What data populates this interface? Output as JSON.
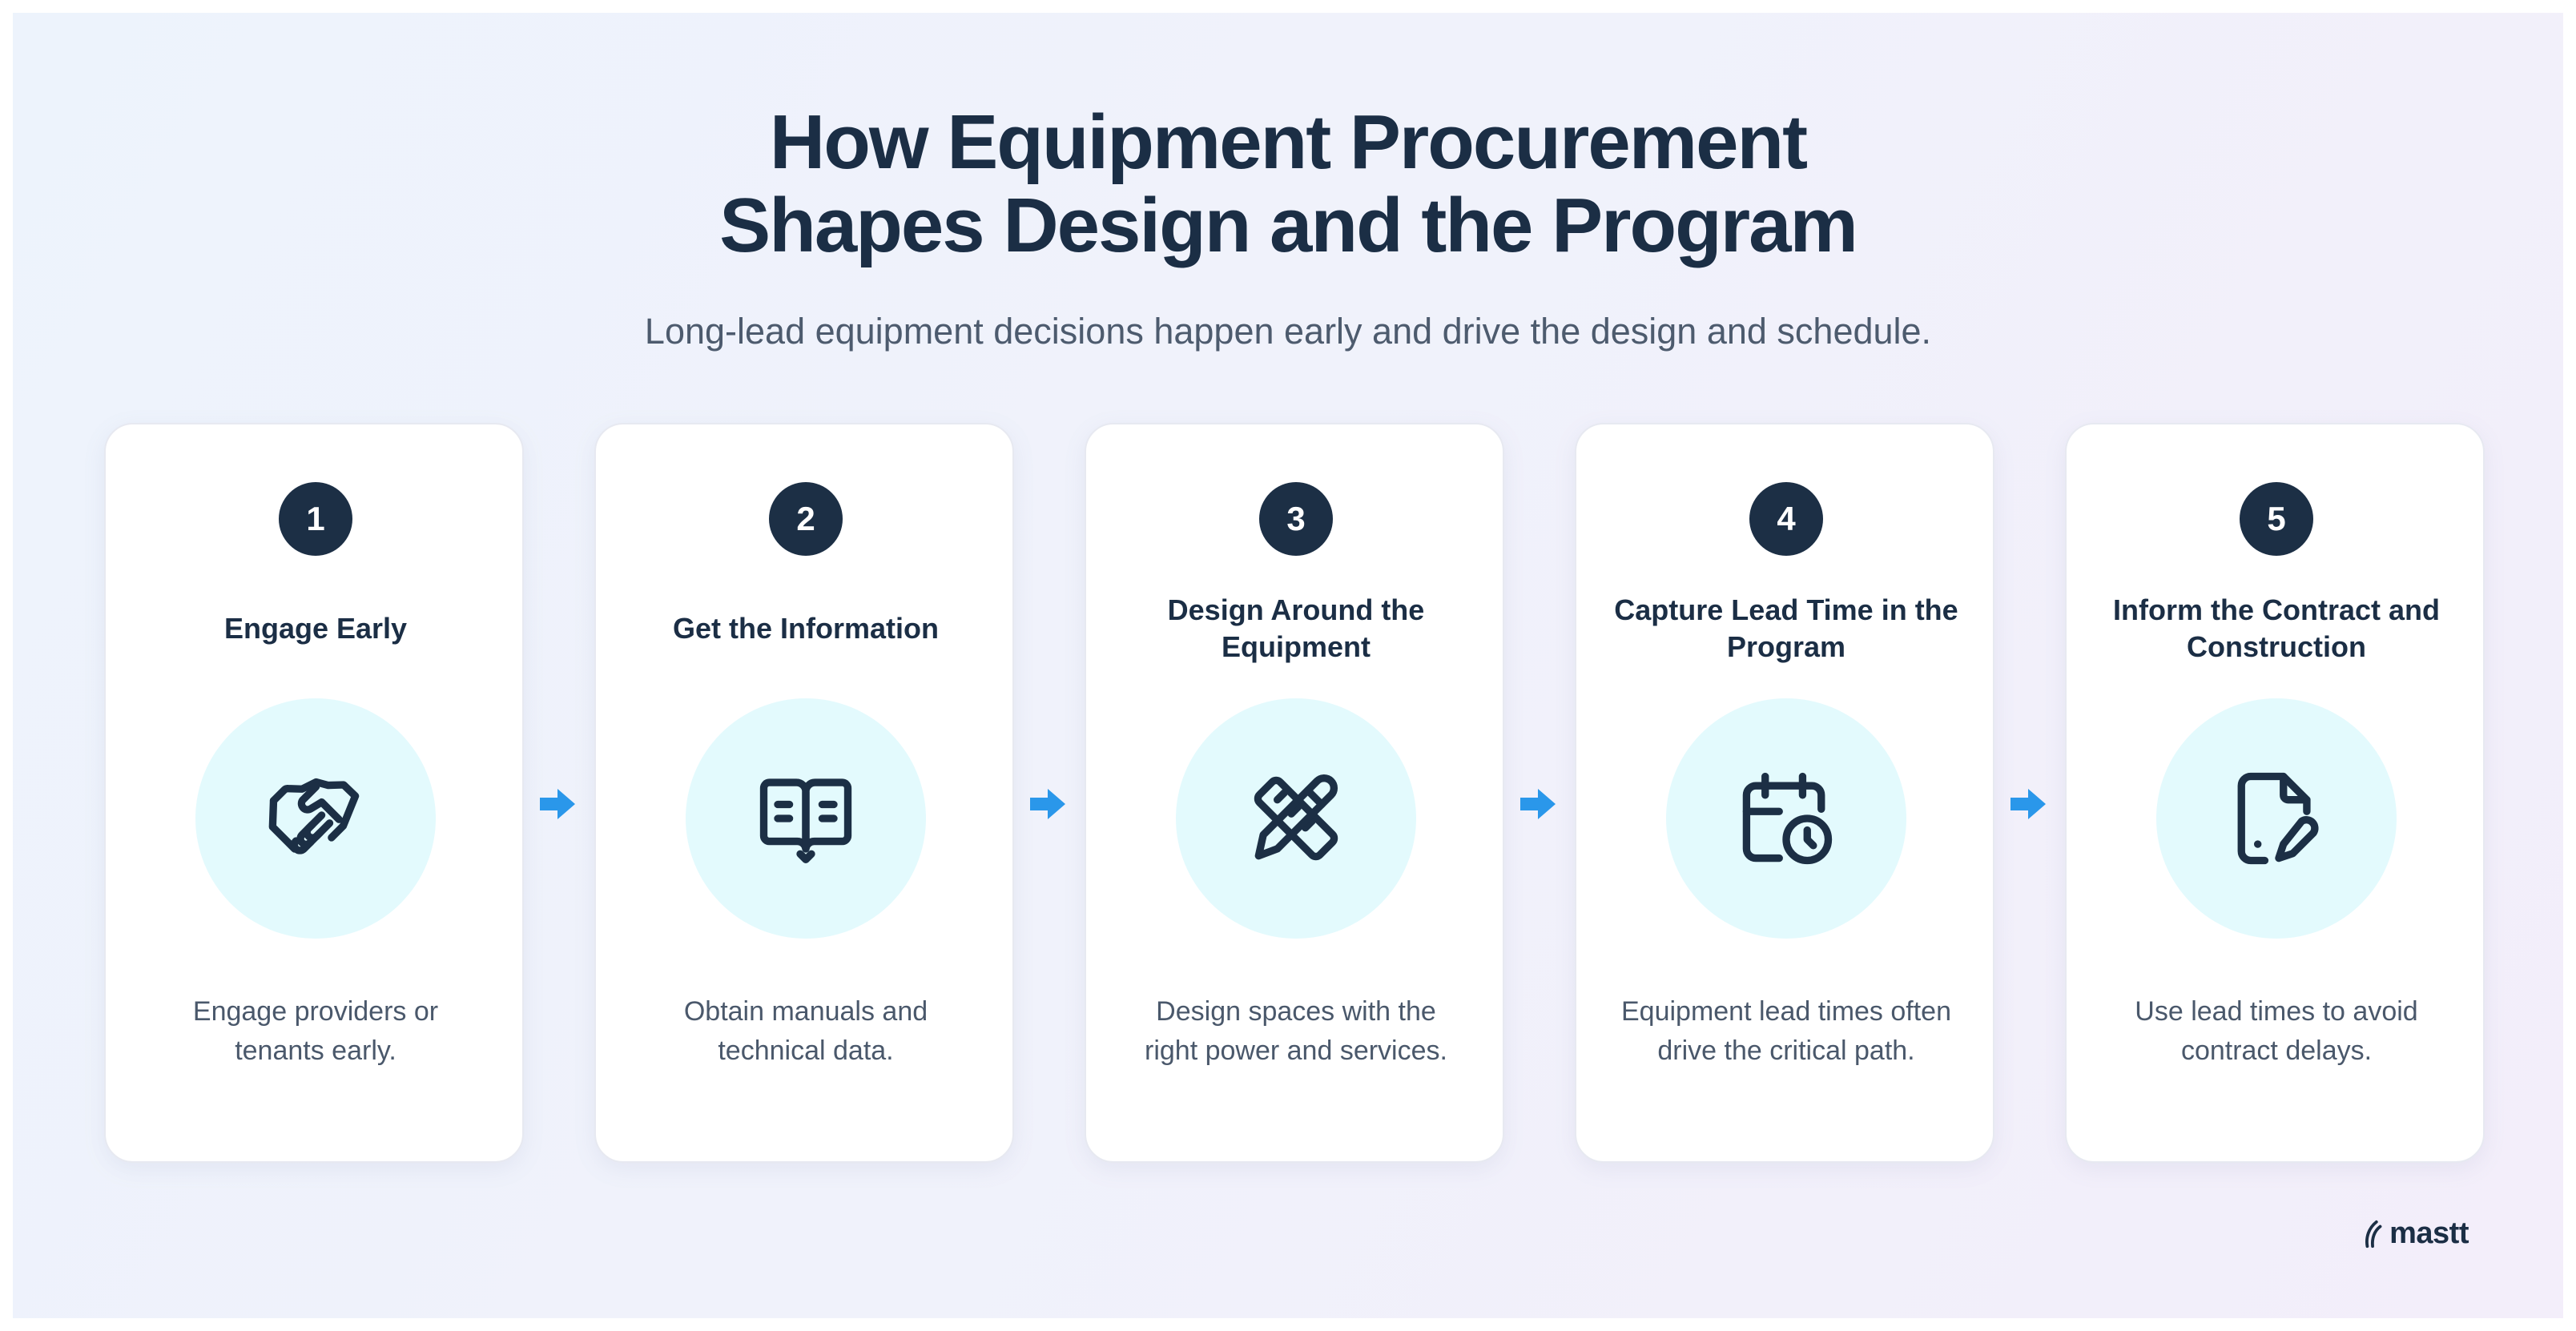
{
  "title_line1": "How Equipment Procurement",
  "title_line2": "Shapes Design and the Program",
  "subtitle": "Long-lead equipment decisions happen early and drive the design and schedule.",
  "colors": {
    "navy": "#1c2f45",
    "icon_circle": "#e3fafd",
    "arrow": "#2a97ea"
  },
  "steps": [
    {
      "number": "1",
      "title": "Engage Early",
      "icon": "handshake-icon",
      "desc": "Engage providers or tenants early."
    },
    {
      "number": "2",
      "title": "Get the Information",
      "icon": "open-book-icon",
      "desc": "Obtain manuals and technical data."
    },
    {
      "number": "3",
      "title": "Design Around the Equipment",
      "icon": "ruler-pencil-icon",
      "desc": "Design spaces with the right power and services."
    },
    {
      "number": "4",
      "title": "Capture Lead Time in the Program",
      "icon": "calendar-clock-icon",
      "desc": "Equipment lead times often drive the critical path."
    },
    {
      "number": "5",
      "title": "Inform the Contract and Construction",
      "icon": "document-pen-icon",
      "desc": "Use lead times to avoid contract delays."
    }
  ],
  "brand": "mastt"
}
